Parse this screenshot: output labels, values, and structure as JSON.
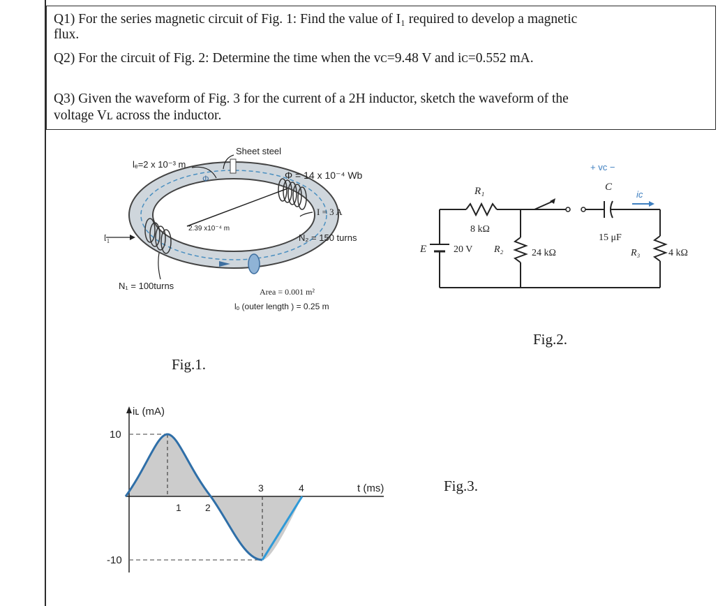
{
  "questions": {
    "q1": {
      "line1": "Q1) For the series magnetic circuit of Fig. 1: Find the value of I₁ required to develop a magnetic",
      "line2": "flux."
    },
    "q2": "Q2) For the circuit of Fig. 2:  Determine the time when the vᴄ=9.48 V and iᴄ=0.552 mA.",
    "q3": {
      "line1": "Q3) Given the waveform of Fig. 3 for the current of a 2H inductor, sketch the waveform of the",
      "line2": "voltage Vʟ across the inductor."
    }
  },
  "fig1": {
    "caption": "Fig.1.",
    "material": "Sheet steel",
    "gap_label": "lₑ=2 x 10⁻³ m",
    "flux_symbol": "Φ",
    "flux": "Φ = 14 x 10⁻⁴ Wb",
    "inner_dim": "2.39 x10⁻⁴ m",
    "current2": "I  = 3 A",
    "n2": "N₂ = 150 turns",
    "i1": "I₁",
    "n1": "N₁ = 100turns",
    "area": "Area  =  0.001 m²",
    "length": "lₒ (outer length )  =  0.25 m"
  },
  "fig2": {
    "caption": "Fig.2.",
    "source_label": "E",
    "source_value": "20 V",
    "r1_label": "R₁",
    "r1_value": "8 kΩ",
    "r2_label": "R₂",
    "r2_value": "24 kΩ",
    "cap_label": "C",
    "cap_value": "15 μF",
    "vc_label": "+  vᴄ  −",
    "ic_label": "iᴄ",
    "r3_label": "R₃",
    "r3_value": "4 kΩ"
  },
  "fig3": {
    "caption": "Fig.3.",
    "y_axis_label": "iʟ (mA)",
    "x_axis_label": "t (ms)",
    "y_ticks": [
      "10",
      "-10"
    ],
    "x_ticks": [
      "1",
      "2",
      "3",
      "4"
    ]
  }
}
